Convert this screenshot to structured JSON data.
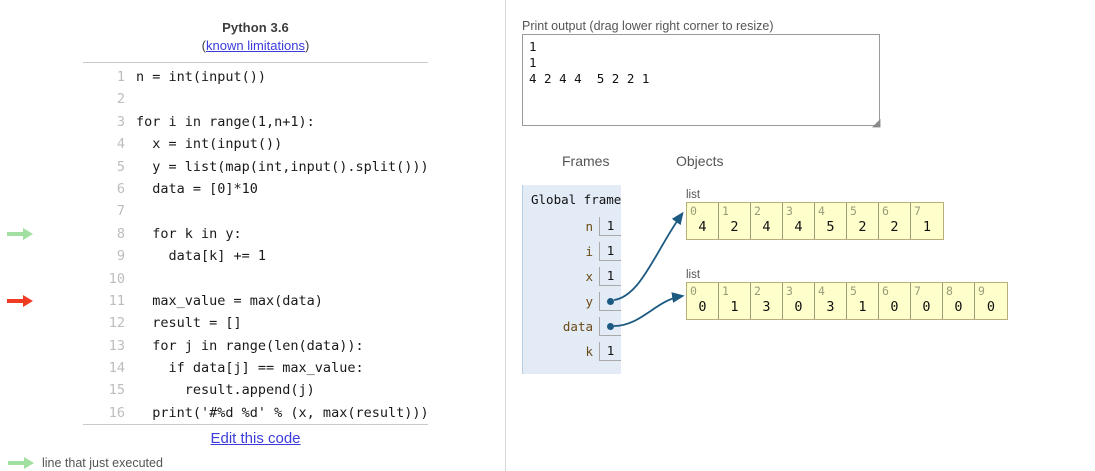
{
  "left_pane": {
    "version_title": "Python 3.6",
    "known_limitations_prefix": "(",
    "known_limitations_link": "known limitations",
    "known_limitations_suffix": ")",
    "edit_code_link": "Edit this code",
    "code_lines": [
      {
        "number": "1",
        "text": "n = int(input())",
        "arrow": "none"
      },
      {
        "number": "2",
        "text": "",
        "arrow": "none"
      },
      {
        "number": "3",
        "text": "for i in range(1,n+1):",
        "arrow": "none"
      },
      {
        "number": "4",
        "text": "  x = int(input())",
        "arrow": "none"
      },
      {
        "number": "5",
        "text": "  y = list(map(int,input().split()))",
        "arrow": "none"
      },
      {
        "number": "6",
        "text": "  data = [0]*10",
        "arrow": "none"
      },
      {
        "number": "7",
        "text": "",
        "arrow": "none"
      },
      {
        "number": "8",
        "text": "  for k in y:",
        "arrow": "green"
      },
      {
        "number": "9",
        "text": "    data[k] += 1",
        "arrow": "none"
      },
      {
        "number": "10",
        "text": "",
        "arrow": "none"
      },
      {
        "number": "11",
        "text": "  max_value = max(data)",
        "arrow": "red"
      },
      {
        "number": "12",
        "text": "  result = []",
        "arrow": "none"
      },
      {
        "number": "13",
        "text": "  for j in range(len(data)):",
        "arrow": "none"
      },
      {
        "number": "14",
        "text": "    if data[j] == max_value:",
        "arrow": "none"
      },
      {
        "number": "15",
        "text": "      result.append(j)",
        "arrow": "none"
      },
      {
        "number": "16",
        "text": "  print('#%d %d' % (x, max(result)))",
        "arrow": "none"
      }
    ],
    "legend": {
      "just_executed": "line that just executed"
    }
  },
  "right_pane": {
    "print_output_label": "Print output (drag lower right corner to resize)",
    "print_output_value": "1\n1\n4 2 4 4  5 2 2 1",
    "frames_heading": "Frames",
    "objects_heading": "Objects",
    "global_frame": {
      "title": "Global frame",
      "variables": [
        {
          "name": "n",
          "value": "1",
          "is_pointer": false
        },
        {
          "name": "i",
          "value": "1",
          "is_pointer": false
        },
        {
          "name": "x",
          "value": "1",
          "is_pointer": false
        },
        {
          "name": "y",
          "value": "",
          "is_pointer": true
        },
        {
          "name": "data",
          "value": "",
          "is_pointer": true
        },
        {
          "name": "k",
          "value": "1",
          "is_pointer": false
        }
      ]
    },
    "heap_objects": [
      {
        "id": "list-y",
        "type_label": "list",
        "indices": [
          "0",
          "1",
          "2",
          "3",
          "4",
          "5",
          "6",
          "7"
        ],
        "values": [
          "4",
          "2",
          "4",
          "4",
          "5",
          "2",
          "2",
          "1"
        ]
      },
      {
        "id": "list-data",
        "type_label": "list",
        "indices": [
          "0",
          "1",
          "2",
          "3",
          "4",
          "5",
          "6",
          "7",
          "8",
          "9"
        ],
        "values": [
          "0",
          "1",
          "3",
          "0",
          "3",
          "1",
          "0",
          "0",
          "0",
          "0"
        ]
      }
    ]
  },
  "colors": {
    "frame_bg": "#e2ebf6",
    "list_bg": "#ffffcc",
    "pointer": "#1c5a82",
    "arrow_green": "#a2e0a2",
    "arrow_red": "#ef3c23",
    "link": "#3c3cdd"
  }
}
